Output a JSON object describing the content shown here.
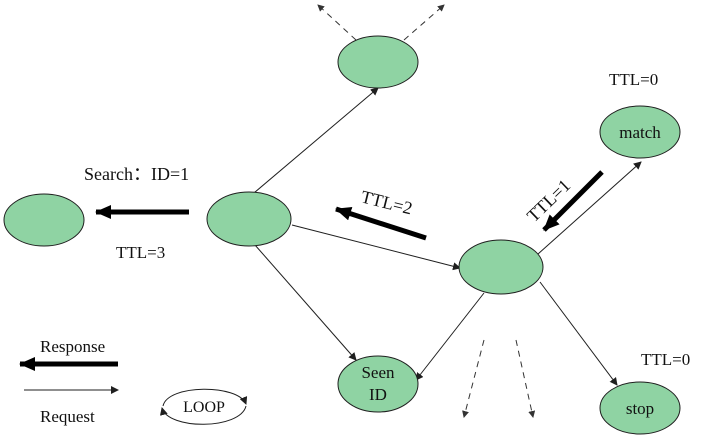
{
  "nodes": {
    "top": "",
    "left": "",
    "center": "",
    "right": "",
    "match": "match",
    "seen_line1": "Seen",
    "seen_line2": "ID",
    "stop": "stop"
  },
  "labels": {
    "search": "Search：ID=1",
    "ttl3": "TTL=3",
    "ttl2": "TTL=2",
    "ttl1": "TTL=1",
    "ttl0_match": "TTL=0",
    "ttl0_stop": "TTL=0"
  },
  "legend": {
    "response": "Response",
    "request": "Request",
    "loop": "LOOP"
  },
  "colors": {
    "node_fill": "#8fd3a3",
    "stroke": "#1f1f1f"
  }
}
